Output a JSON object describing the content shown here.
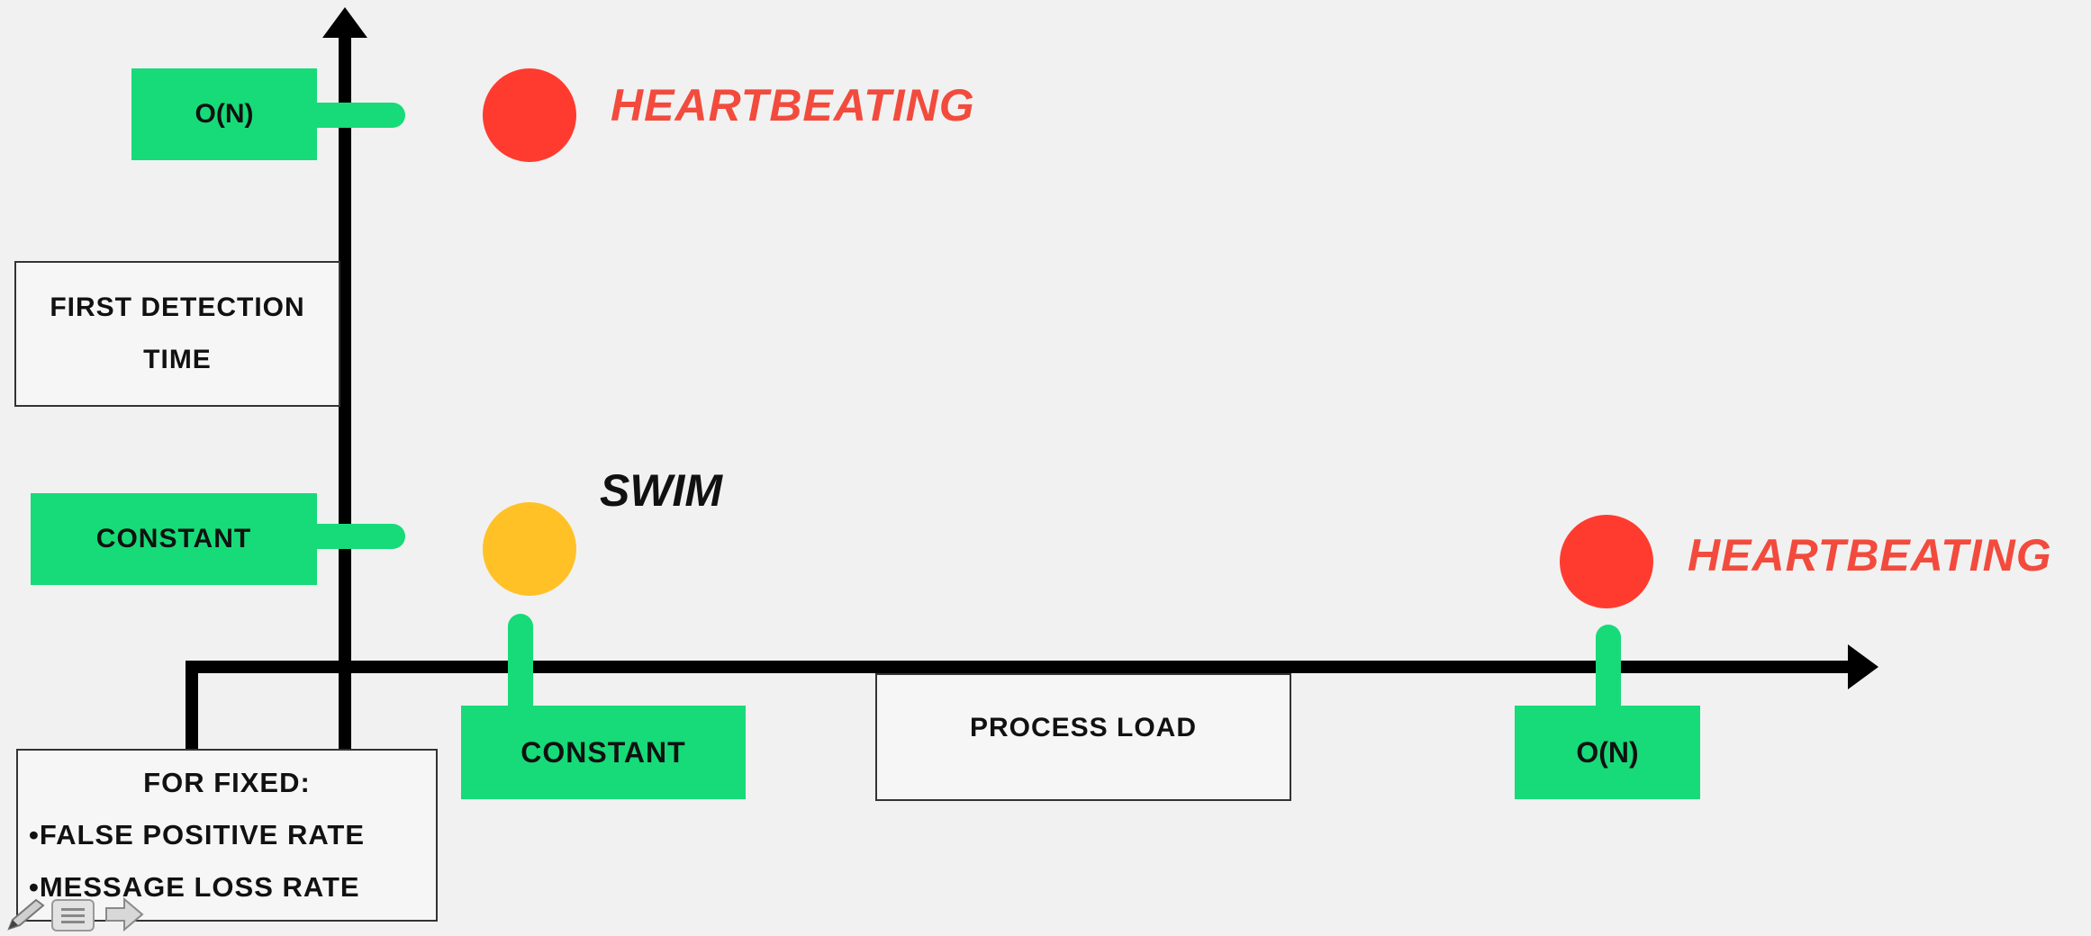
{
  "y_axis": {
    "title_line1": "FIRST DETECTION",
    "title_line2": "TIME",
    "tick_top": "O(N)",
    "tick_mid": "CONSTANT"
  },
  "x_axis": {
    "title": "PROCESS LOAD",
    "tick_left": "CONSTANT",
    "tick_right": "O(N)"
  },
  "points": {
    "top_heartbeating": {
      "label": "HEARTBEATING",
      "color": "#ff3b30"
    },
    "swim": {
      "label": "SWIM",
      "color": "#ffc125"
    },
    "right_heartbeating": {
      "label": "HEARTBEATING",
      "color": "#ff3b30"
    }
  },
  "note": {
    "line1": "FOR FIXED:",
    "line2": "•FALSE POSITIVE RATE",
    "line3": "•MESSAGE LOSS RATE"
  },
  "toolbar": {
    "icons": [
      "pen-icon",
      "menu-icon",
      "next-arrow-icon"
    ]
  }
}
